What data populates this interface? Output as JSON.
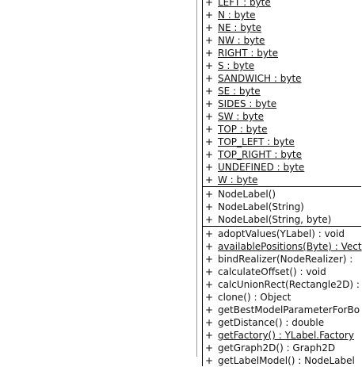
{
  "uml_class": {
    "fields": [
      {
        "visibility": "+",
        "text": "LEFT : byte",
        "static": true
      },
      {
        "visibility": "+",
        "text": "N : byte",
        "static": true
      },
      {
        "visibility": "+",
        "text": "NE : byte",
        "static": true
      },
      {
        "visibility": "+",
        "text": "NW : byte",
        "static": true
      },
      {
        "visibility": "+",
        "text": "RIGHT : byte",
        "static": true
      },
      {
        "visibility": "+",
        "text": "S : byte",
        "static": true
      },
      {
        "visibility": "+",
        "text": "SANDWICH : byte",
        "static": true
      },
      {
        "visibility": "+",
        "text": "SE : byte",
        "static": true
      },
      {
        "visibility": "+",
        "text": "SIDES : byte",
        "static": true
      },
      {
        "visibility": "+",
        "text": "SW : byte",
        "static": true
      },
      {
        "visibility": "+",
        "text": "TOP : byte",
        "static": true
      },
      {
        "visibility": "+",
        "text": "TOP_LEFT : byte",
        "static": true
      },
      {
        "visibility": "+",
        "text": "TOP_RIGHT : byte",
        "static": true
      },
      {
        "visibility": "+",
        "text": "UNDEFINED : byte",
        "static": true
      },
      {
        "visibility": "+",
        "text": "W : byte",
        "static": true
      }
    ],
    "constructors": [
      {
        "visibility": "+",
        "text": "NodeLabel()",
        "static": false
      },
      {
        "visibility": "+",
        "text": "NodeLabel(String)",
        "static": false
      },
      {
        "visibility": "+",
        "text": "NodeLabel(String, byte)",
        "static": false
      }
    ],
    "methods": [
      {
        "visibility": "+",
        "text": "adoptValues(YLabel) : void",
        "static": false
      },
      {
        "visibility": "+",
        "text": "availablePositions(Byte) : Vect",
        "static": true
      },
      {
        "visibility": "+",
        "text": "bindRealizer(NodeRealizer) :",
        "static": false
      },
      {
        "visibility": "+",
        "text": "calculateOffset() : void",
        "static": false
      },
      {
        "visibility": "+",
        "text": "calcUnionRect(Rectangle2D) :",
        "static": false
      },
      {
        "visibility": "+",
        "text": "clone() : Object",
        "static": false
      },
      {
        "visibility": "+",
        "text": "getBestModelParameterForBo",
        "static": false
      },
      {
        "visibility": "+",
        "text": "getDistance() : double",
        "static": false
      },
      {
        "visibility": "+",
        "text": "getFactory() : YLabel.Factory",
        "static": true
      },
      {
        "visibility": "+",
        "text": "getGraph2D() : Graph2D",
        "static": false
      },
      {
        "visibility": "+",
        "text": "getLabelModel() : NodeLabel",
        "static": false
      }
    ]
  }
}
